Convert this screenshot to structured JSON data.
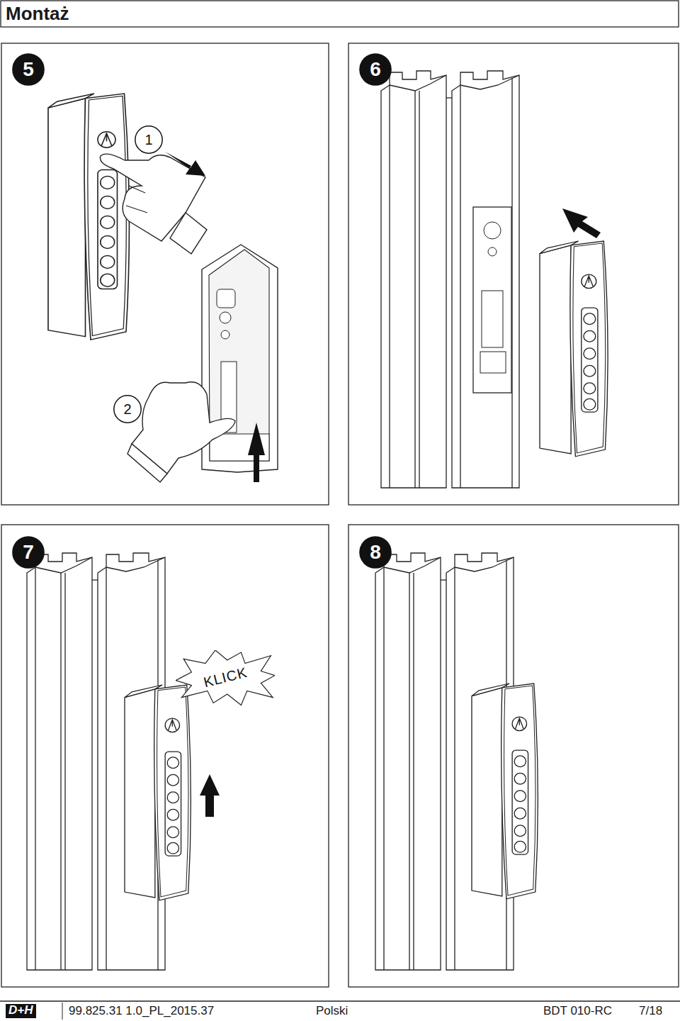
{
  "diagram": {
    "title": "Montaż",
    "nodes": [
      {
        "text": [
          "5"
        ]
      },
      {
        "text": [
          "1"
        ]
      },
      {
        "text": [
          "2"
        ]
      },
      {
        "text": [
          "6"
        ]
      },
      {
        "text": [
          "7"
        ]
      },
      {
        "text": [
          "KLICK"
        ]
      },
      {
        "text": [
          "8"
        ]
      }
    ],
    "labels": [
      "D+H",
      "99.825.31 1.0_PL_2015.37",
      "Polski",
      "BDT 010-RC",
      "7/18"
    ]
  }
}
